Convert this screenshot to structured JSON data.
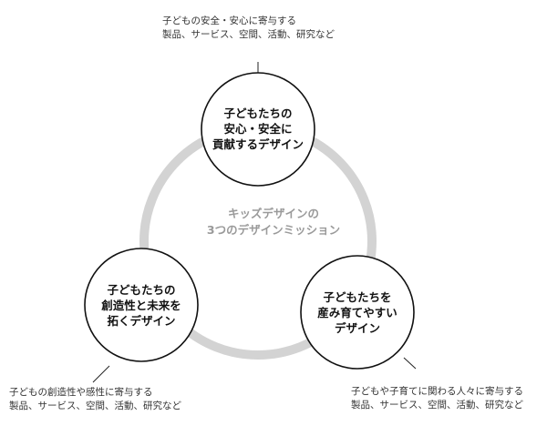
{
  "center": {
    "lines": [
      "キッズデザインの",
      "3つのデザインミッション"
    ]
  },
  "missions": [
    {
      "circle_lines": [
        "子どもたちの",
        "安心・安全に",
        "貢献するデザイン"
      ],
      "desc_lines": [
        "子どもの安全・安心に寄与する",
        "製品、サービス、空間、活動、研究など"
      ]
    },
    {
      "circle_lines": [
        "子どもたちの",
        "創造性と未来を",
        "拓くデザイン"
      ],
      "desc_lines": [
        "子どもの創造性や感性に寄与する",
        "製品、サービス、空間、活動、研究など"
      ]
    },
    {
      "circle_lines": [
        "子どもたちを",
        "産み育てやすい",
        "デザイン"
      ],
      "desc_lines": [
        "子どもや子育てに関わる人々に寄与する",
        "製品、サービス、空間、活動、研究など"
      ]
    }
  ],
  "colors": {
    "ring": "#d3d3d3",
    "circle_stroke": "#111111",
    "circle_fill": "#ffffff",
    "leader": "#222222",
    "center_text": "#9a9a9a"
  }
}
